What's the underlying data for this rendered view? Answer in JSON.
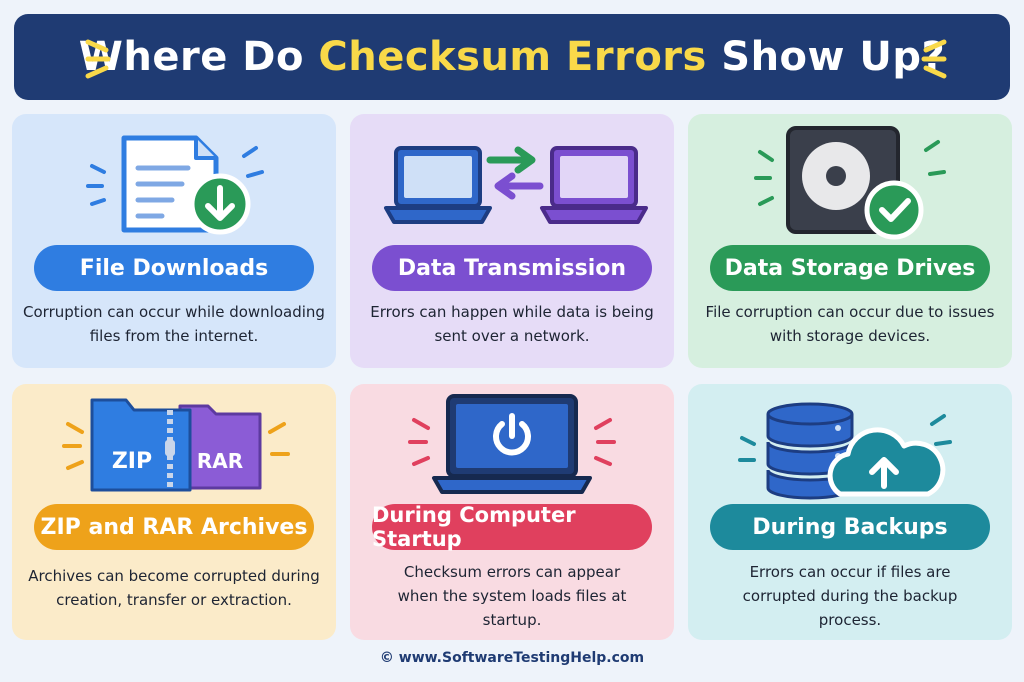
{
  "header": {
    "title_part1": "Where Do ",
    "title_highlight": "Checksum Errors",
    "title_part2": " Show Up?"
  },
  "cards": [
    {
      "label": "File Downloads",
      "description": "Corruption can occur while downloading files from the internet.",
      "color": "#2f7de1",
      "bg": "#d6e6fa",
      "icon": "document-download-icon"
    },
    {
      "label": "Data Transmission",
      "description": "Errors can happen while data is being sent over a network.",
      "color": "#7b4fd0",
      "bg": "#e6dcf7",
      "icon": "laptops-transfer-icon"
    },
    {
      "label": "Data Storage Drives",
      "description": "File corruption can occur due to issues with storage devices.",
      "color": "#2a9a58",
      "bg": "#d6efdf",
      "icon": "hard-drive-check-icon"
    },
    {
      "label": "ZIP and RAR Archives",
      "description": "Archives can become corrupted during creation, transfer or extraction.",
      "color": "#eea21a",
      "bg": "#fbebc9",
      "icon": "archive-folders-icon",
      "zip_text": "ZIP",
      "rar_text": "RAR"
    },
    {
      "label": "During Computer Startup",
      "description": "Checksum errors can appear when the system loads files at startup.",
      "color": "#e0405e",
      "bg": "#f9dbe2",
      "icon": "laptop-power-icon"
    },
    {
      "label": "During Backups",
      "description": "Errors can occur if files are corrupted during the backup process.",
      "color": "#1d8a9c",
      "bg": "#d3eef1",
      "icon": "database-cloud-upload-icon"
    }
  ],
  "footer": {
    "text": "© www.SoftwareTestingHelp.com"
  }
}
